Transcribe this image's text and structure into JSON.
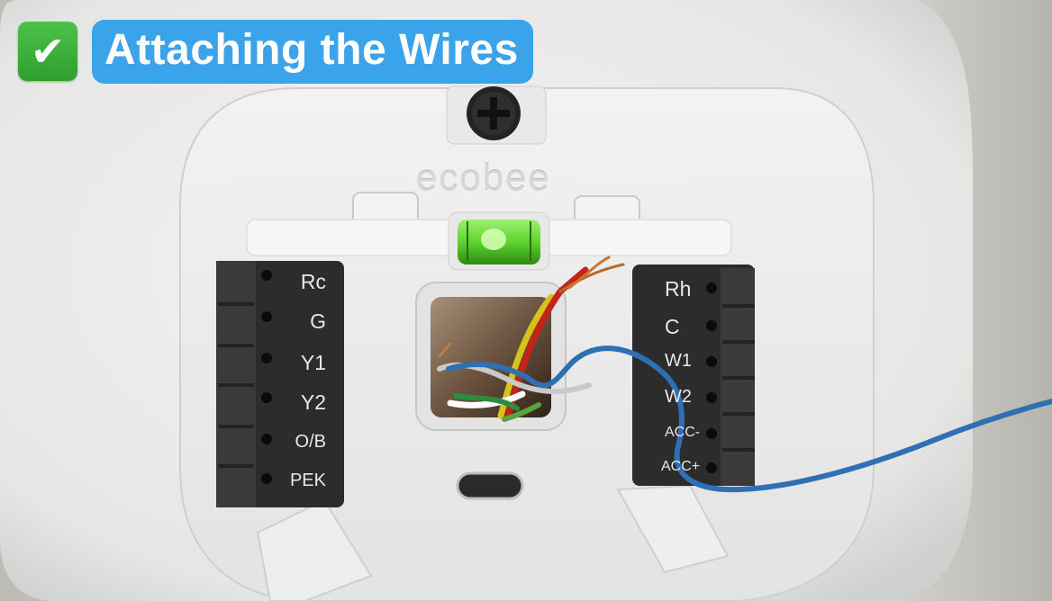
{
  "title": {
    "check_icon": "check-mark-icon",
    "check_glyph": "✔",
    "text": "Attaching the Wires",
    "accent": "#3ba3ea",
    "check_color": "#3cb43c"
  },
  "device": {
    "brand": "ecobee",
    "left_terminals": [
      "Rc",
      "G",
      "Y1",
      "Y2",
      "O/B",
      "PEK"
    ],
    "right_terminals": [
      "Rh",
      "C",
      "W1",
      "W2",
      "ACC-",
      "ACC+"
    ]
  }
}
